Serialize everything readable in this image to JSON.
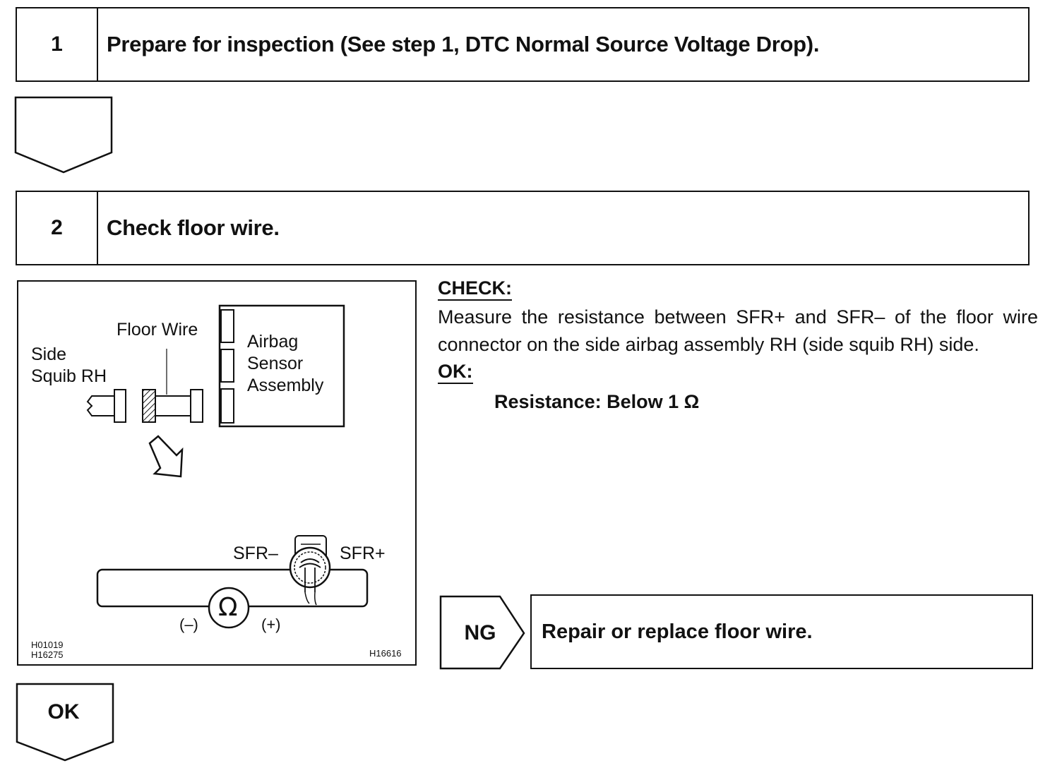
{
  "steps": [
    {
      "number": "1",
      "title": "Prepare for inspection (See step 1, DTC Normal Source Voltage Drop)."
    },
    {
      "number": "2",
      "title": "Check floor wire."
    }
  ],
  "figure": {
    "labels": {
      "floor_wire": "Floor Wire",
      "side_squib_line1": "Side",
      "side_squib_line2": "Squib RH",
      "sensor_line1": "Airbag",
      "sensor_line2": "Sensor",
      "sensor_line3": "Assembly",
      "sfr_minus": "SFR–",
      "sfr_plus": "SFR+",
      "ohm_symbol": "Ω",
      "probe_neg": "(–)",
      "probe_pos": "(+)"
    },
    "codes": {
      "left_line1": "H01019",
      "left_line2": "H16275",
      "right": "H16616"
    }
  },
  "check": {
    "heading": "CHECK:",
    "text": "Measure the resistance between SFR+ and SFR– of the floor wire connector on the side airbag assembly RH (side squib RH) side.",
    "ok_heading": "OK:",
    "ok_value": "Resistance: Below 1 Ω"
  },
  "ng": {
    "label": "NG",
    "action": "Repair or replace floor wire."
  },
  "ok_label": "OK"
}
